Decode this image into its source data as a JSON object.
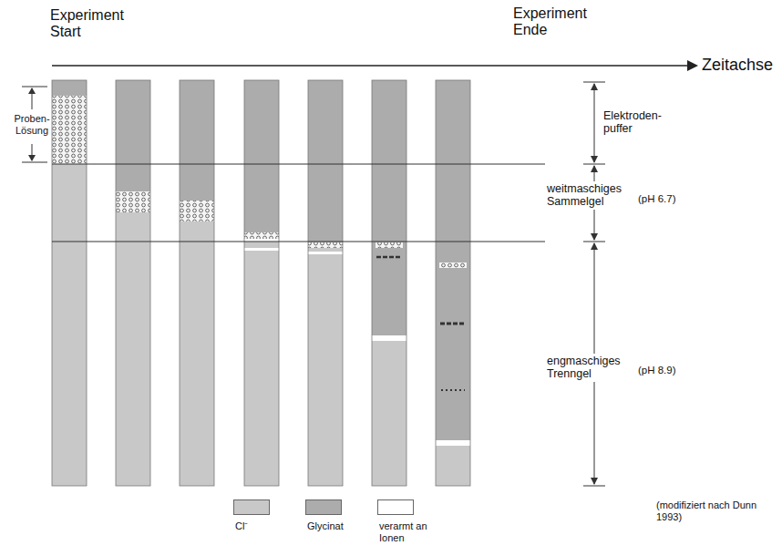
{
  "diagram": {
    "labels": [
      "Experiment Start",
      "Experiment Ende",
      "Zeitachse",
      "Proben- Lösung",
      "Elektroden- puffer",
      "weitmaschiges Sammelgel",
      "(pH 6.7)",
      "engmaschiges Trenngel",
      "(pH 8.9)",
      "(modifiziert nach Dunn 1993)"
    ],
    "legend": [
      {
        "text": "Cl⁻",
        "color": "#c8c8c8"
      },
      {
        "text": "Glycinat",
        "color": "#acacac"
      },
      {
        "text": "verarmt an Ionen",
        "color": "#ffffff"
      }
    ]
  }
}
